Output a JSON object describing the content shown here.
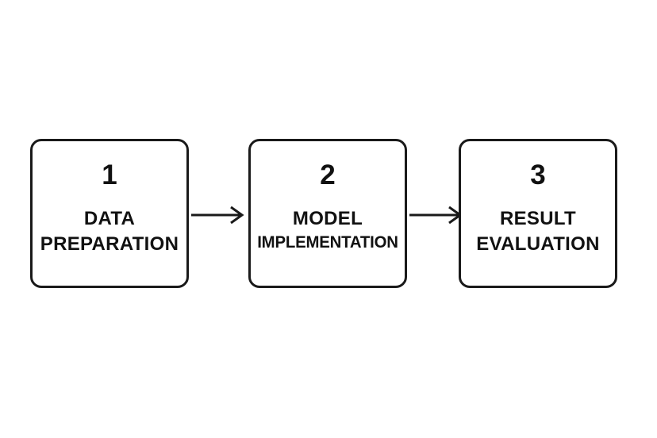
{
  "diagram": {
    "title": "Three-step process flow",
    "background_color": "#ffffff",
    "stroke_color": "#1a1a1a",
    "text_color": "#111111",
    "orientation": "horizontal-left-to-right",
    "steps": [
      {
        "number": "1",
        "line1": "DATA",
        "line2": "PREPARATION",
        "condensed": false
      },
      {
        "number": "2",
        "line1": "MODEL",
        "line2": "IMPLEMENTATION",
        "condensed": true
      },
      {
        "number": "3",
        "line1": "RESULT",
        "line2": "EVALUATION",
        "condensed": false
      }
    ],
    "connectors": [
      {
        "from": "1",
        "to": "2",
        "style": "open-chevron-arrow"
      },
      {
        "from": "2",
        "to": "3",
        "style": "open-chevron-arrow"
      }
    ]
  }
}
